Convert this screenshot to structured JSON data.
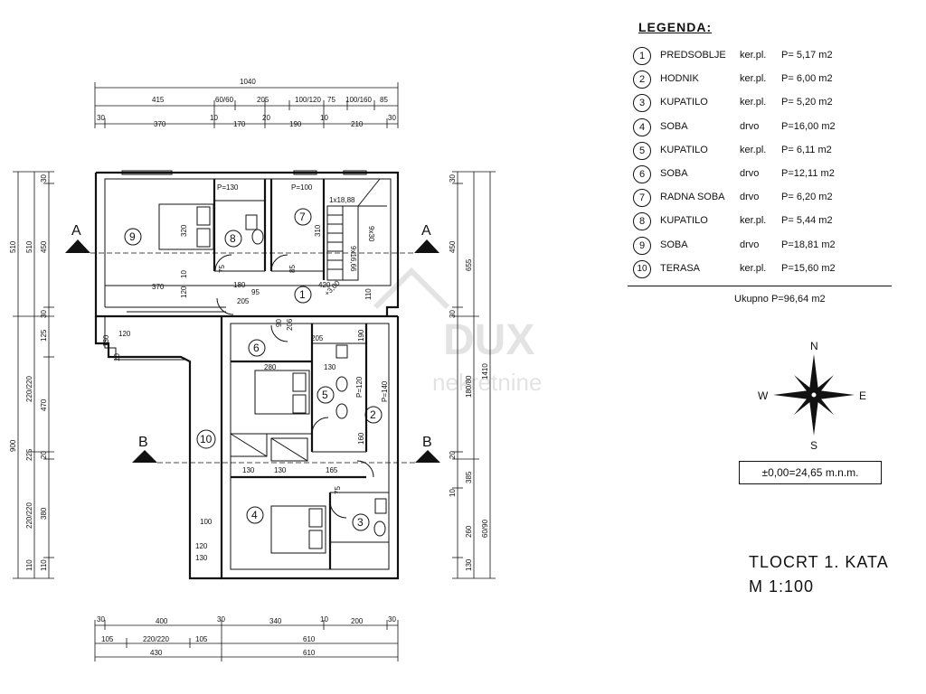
{
  "legend": {
    "title": "LEGENDA:",
    "items": [
      {
        "num": "1",
        "name": "PREDSOBLJE",
        "material": "ker.pl.",
        "area": "P= 5,17  m2"
      },
      {
        "num": "2",
        "name": "HODNIK",
        "material": "ker.pl.",
        "area": "P= 6,00  m2"
      },
      {
        "num": "3",
        "name": "KUPATILO",
        "material": "ker.pl.",
        "area": "P= 5,20  m2"
      },
      {
        "num": "4",
        "name": "SOBA",
        "material": "drvo",
        "area": "P=16,00  m2"
      },
      {
        "num": "5",
        "name": "KUPATILO",
        "material": "ker.pl.",
        "area": "P= 6,11  m2"
      },
      {
        "num": "6",
        "name": "SOBA",
        "material": "drvo",
        "area": "P=12,11  m2"
      },
      {
        "num": "7",
        "name": "RADNA SOBA",
        "material": "drvo",
        "area": "P= 6,20  m2"
      },
      {
        "num": "8",
        "name": "KUPATILO",
        "material": "ker.pl.",
        "area": "P= 5,44  m2"
      },
      {
        "num": "9",
        "name": "SOBA",
        "material": "drvo",
        "area": "P=18,81  m2"
      },
      {
        "num": "10",
        "name": "TERASA",
        "material": "ker.pl.",
        "area": "P=15,60  m2"
      }
    ],
    "total": "Ukupno    P=96,64  m2"
  },
  "compass": {
    "n": "N",
    "s": "S",
    "e": "E",
    "w": "W"
  },
  "elevation": "±0,00=24,65 m.n.m.",
  "plan_title": "TLOCRT 1. KATA",
  "plan_scale": "M  1:100",
  "section_markers": {
    "a_left": "A",
    "a_right": "A",
    "b_left": "B",
    "b_right": "B"
  },
  "room_numbers": [
    "1",
    "2",
    "3",
    "4",
    "5",
    "6",
    "7",
    "8",
    "9",
    "10"
  ],
  "dims": {
    "top_total": "1040",
    "top_row1": [
      "415",
      "60/60",
      "205",
      "100/120",
      "75",
      "100/160",
      "85"
    ],
    "top_row2": [
      "30",
      "370",
      "10",
      "170",
      "20",
      "190",
      "10",
      "210",
      "30"
    ],
    "bottom_row1": [
      "30",
      "400",
      "30",
      "340",
      "10",
      "200",
      "30"
    ],
    "bottom_row2": [
      "105",
      "220/220",
      "105",
      "610"
    ],
    "bottom_row3": [
      "430",
      "610"
    ],
    "left_outer": [
      "510",
      "900"
    ],
    "left_mid": [
      "510",
      "220/220",
      "225",
      "220/220",
      "110"
    ],
    "left_inner": [
      "30",
      "450",
      "30",
      "125",
      "470",
      "20",
      "380",
      "110"
    ],
    "right_inner": [
      "30",
      "450",
      "30",
      "180/80",
      "20",
      "10",
      "260",
      "130"
    ],
    "right_mid": [
      "655",
      "385",
      "60/90"
    ],
    "right_outer": [
      "1410"
    ]
  },
  "interior_labels": {
    "p130": "P=130",
    "p100": "P=100",
    "p120": "P=120",
    "p140": "P=140",
    "stair": "1x18,88",
    "level": "+3,00",
    "d370": "370",
    "d420": "420",
    "d180": "180",
    "d280": "280",
    "d205a": "205",
    "d205b": "205",
    "d95": "95",
    "d130a": "130",
    "d130b": "130",
    "d130c": "130",
    "d165": "165",
    "d100": "100",
    "d120a": "120",
    "d120b": "120",
    "d110": "110",
    "d190": "190",
    "d320": "320",
    "d310": "310",
    "d75a": "75",
    "d75b": "75",
    "d85": "85",
    "d10": "10",
    "d206": "206",
    "d90": "90",
    "d160": "160",
    "d10b": "10",
    "d130d": "130",
    "d120c": "120",
    "d130e": "130",
    "stair_steps": [
      "9x16,66",
      "9x30"
    ]
  },
  "watermark": {
    "brand": "DUX",
    "sub": "nekretnine"
  }
}
